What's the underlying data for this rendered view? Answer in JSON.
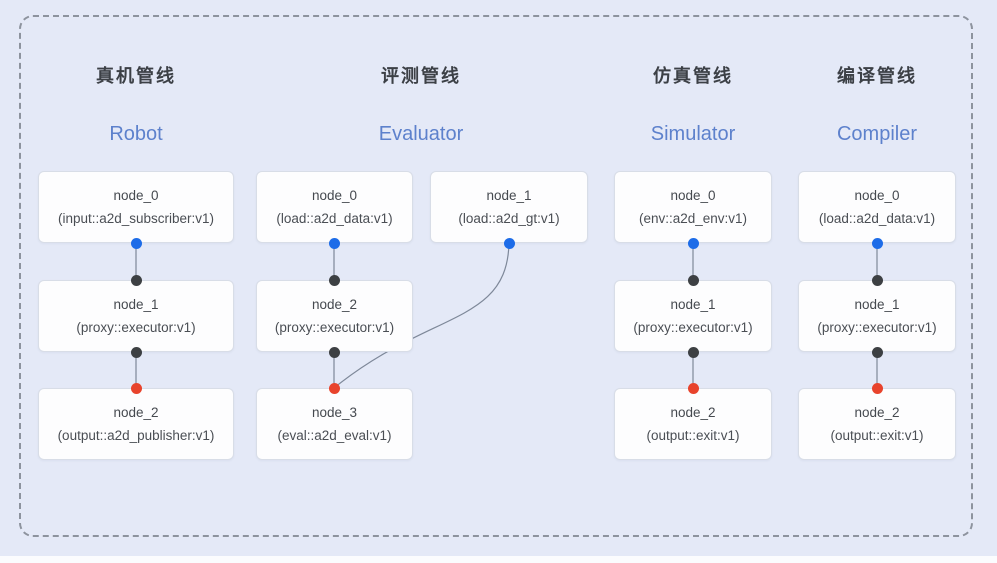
{
  "diagram": {
    "pipelines": [
      {
        "title_zh": "真机管线",
        "title_en": "Robot",
        "nodes": [
          {
            "name": "node_0",
            "impl": "(input::a2d_subscriber:v1)"
          },
          {
            "name": "node_1",
            "impl": "(proxy::executor:v1)"
          },
          {
            "name": "node_2",
            "impl": "(output::a2d_publisher:v1)"
          }
        ]
      },
      {
        "title_zh": "评测管线",
        "title_en": "Evaluator",
        "nodes": [
          {
            "name": "node_0",
            "impl": "(load::a2d_data:v1)"
          },
          {
            "name": "node_1",
            "impl": "(load::a2d_gt:v1)"
          },
          {
            "name": "node_2",
            "impl": "(proxy::executor:v1)"
          },
          {
            "name": "node_3",
            "impl": "(eval::a2d_eval:v1)"
          }
        ]
      },
      {
        "title_zh": "仿真管线",
        "title_en": "Simulator",
        "nodes": [
          {
            "name": "node_0",
            "impl": "(env::a2d_env:v1)"
          },
          {
            "name": "node_1",
            "impl": "(proxy::executor:v1)"
          },
          {
            "name": "node_2",
            "impl": "(output::exit:v1)"
          }
        ]
      },
      {
        "title_zh": "编译管线",
        "title_en": "Compiler",
        "nodes": [
          {
            "name": "node_0",
            "impl": "(load::a2d_data:v1)"
          },
          {
            "name": "node_1",
            "impl": "(proxy::executor:v1)"
          },
          {
            "name": "node_2",
            "impl": "(output::exit:v1)"
          }
        ]
      }
    ],
    "colors": {
      "background": "#e4e9f7",
      "frame_border": "#8d939e",
      "node_fill": "#fdfdfe",
      "node_border": "#d8dde7",
      "edge": "#7e8899",
      "port_output_blue": "#1d6ce8",
      "port_pass_dark": "#3d4043",
      "port_input_red": "#e8432c",
      "title_zh_color": "#3c4046",
      "title_en_color": "#5d81cc"
    }
  }
}
